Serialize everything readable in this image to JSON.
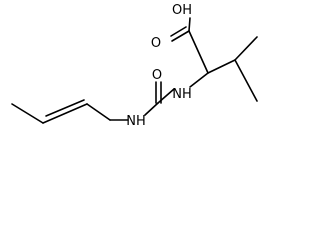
{
  "molecule": {
    "atoms": {
      "hydroxyl": "OH",
      "acid_oxygen": "O",
      "urea_oxygen": "O",
      "nh_left": "NH",
      "nh_right": "NH"
    }
  }
}
